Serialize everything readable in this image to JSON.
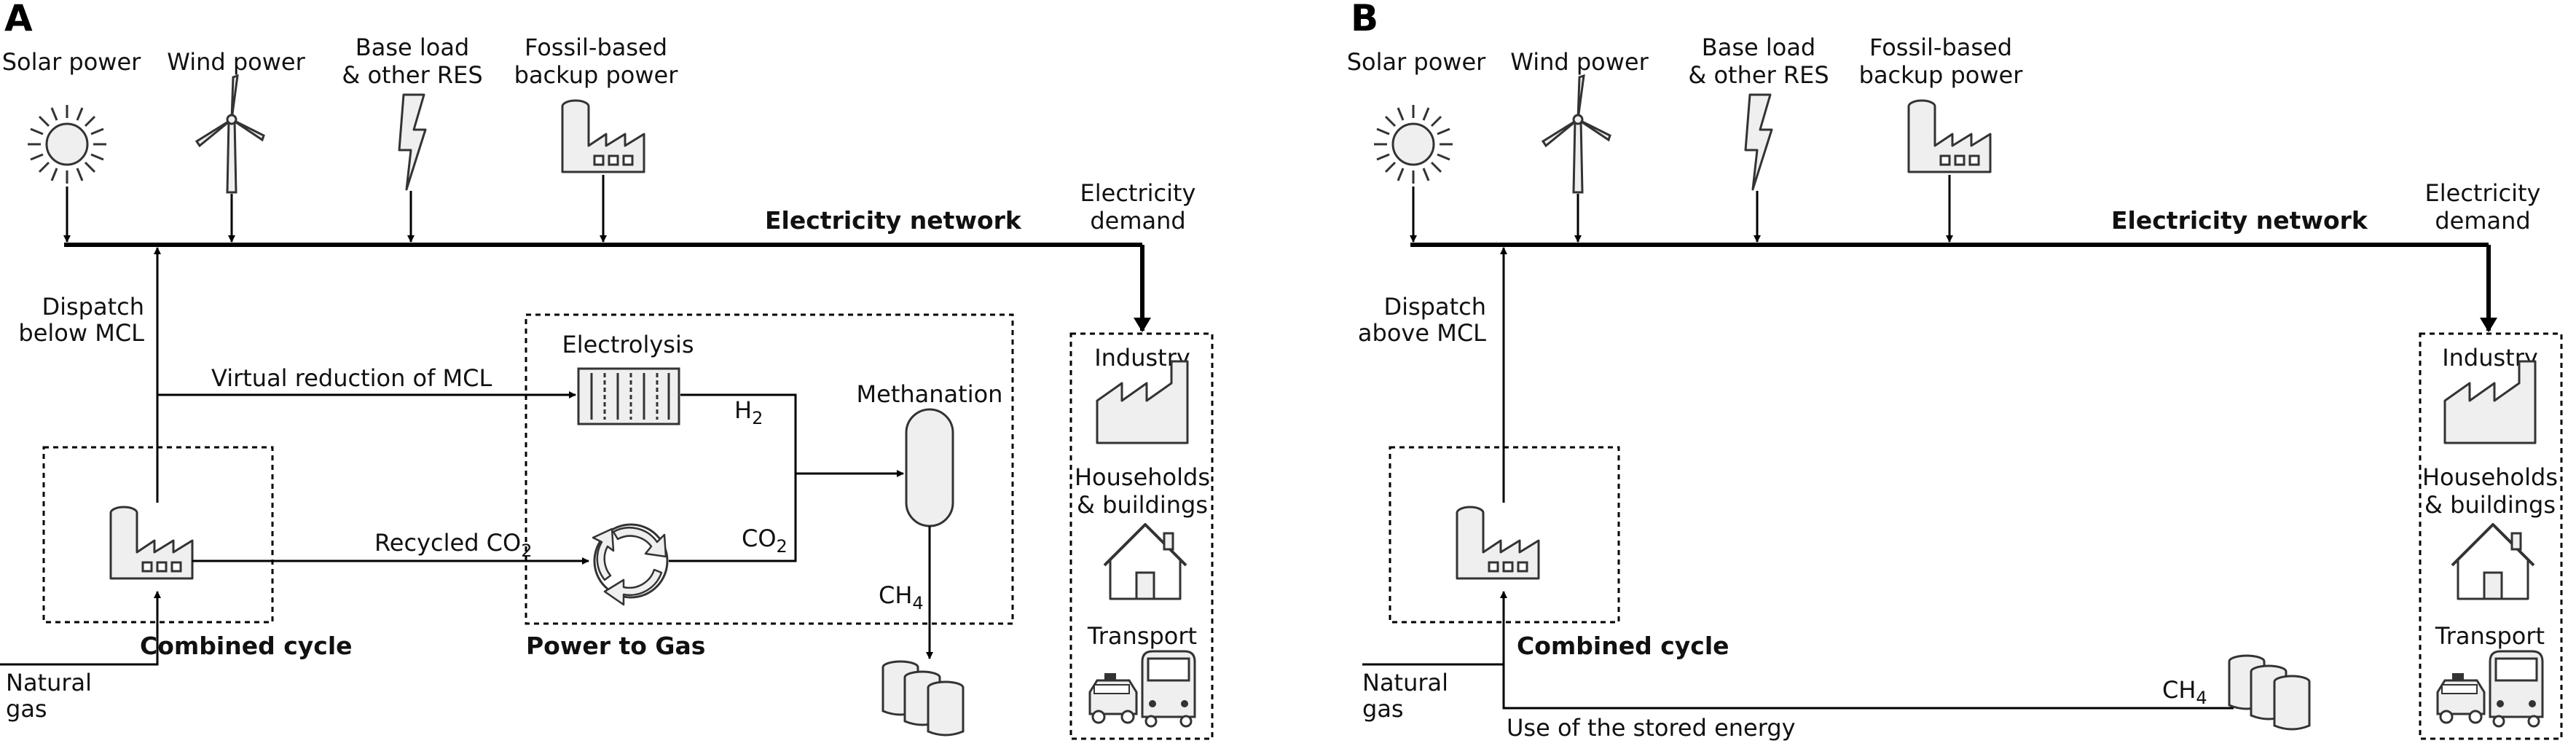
{
  "panels": [
    {
      "letter": "A",
      "sources": {
        "solar": "Solar power",
        "wind": "Wind power",
        "base_load_1": "Base load",
        "base_load_2": "& other RES",
        "fossil_1": "Fossil-based",
        "fossil_2": "backup power"
      },
      "network": "Electricity network",
      "demand_1": "Electricity",
      "demand_2": "demand",
      "dispatch_1": "Dispatch",
      "dispatch_2": "below MCL",
      "virtual_reduction": "Virtual reduction of MCL",
      "recycled_co2": "Recycled CO",
      "recycled_co2_sub": "2",
      "combined_cycle": "Combined cycle",
      "natural_gas_1": "Natural",
      "natural_gas_2": "gas",
      "power_to_gas": "Power to Gas",
      "electrolysis": "Electrolysis",
      "h2": "H",
      "h2_sub": "2",
      "co2": "CO",
      "co2_sub": "2",
      "methanation": "Methanation",
      "ch4": "CH",
      "ch4_sub": "4",
      "demand_box": {
        "industry": "Industry",
        "households_1": "Households",
        "households_2": "& buildings",
        "transport": "Transport"
      }
    },
    {
      "letter": "B",
      "sources": {
        "solar": "Solar power",
        "wind": "Wind power",
        "base_load_1": "Base load",
        "base_load_2": "& other RES",
        "fossil_1": "Fossil-based",
        "fossil_2": "backup power"
      },
      "network": "Electricity network",
      "demand_1": "Electricity",
      "demand_2": "demand",
      "dispatch_1": "Dispatch",
      "dispatch_2": "above MCL",
      "combined_cycle": "Combined cycle",
      "natural_gas_1": "Natural",
      "natural_gas_2": "gas",
      "ch4": "CH",
      "ch4_sub": "4",
      "stored_energy": "Use of the stored energy",
      "demand_box": {
        "industry": "Industry",
        "households_1": "Households",
        "households_2": "& buildings",
        "transport": "Transport"
      }
    }
  ]
}
